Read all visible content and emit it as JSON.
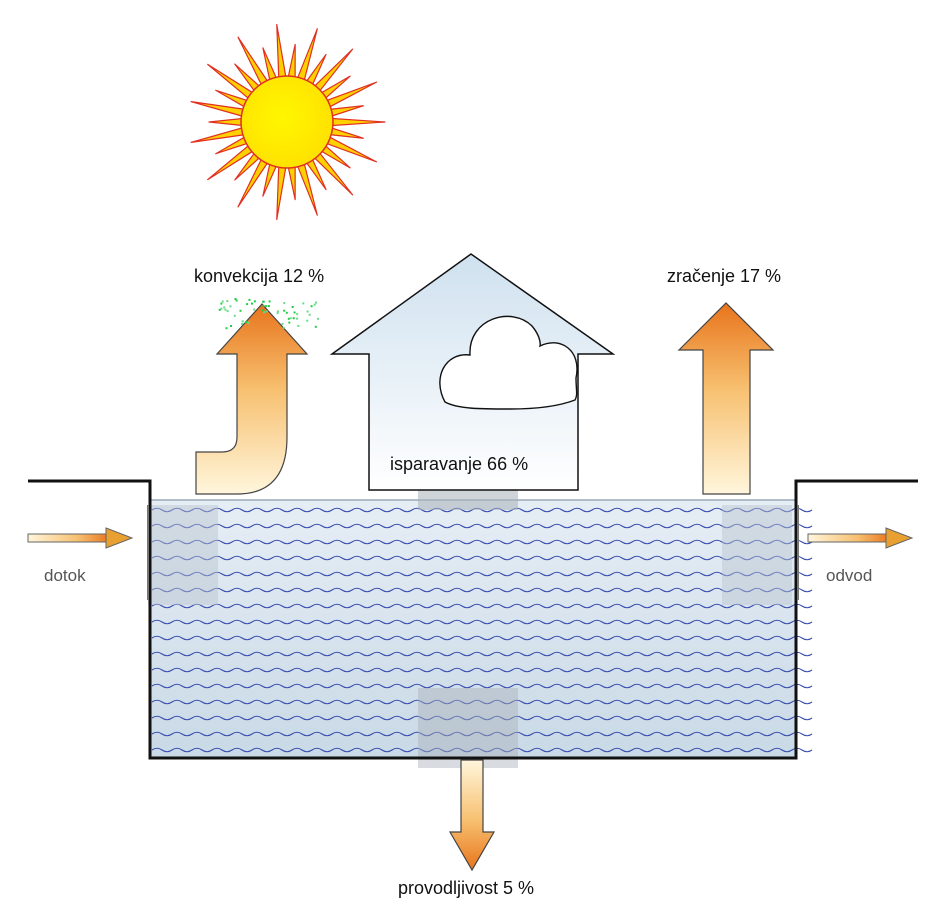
{
  "labels": {
    "convection": "konvekcija 12 %",
    "radiation": "zračenje 17 %",
    "evaporation": "isparavanje 66 %",
    "conduction": "provodljivost 5 %",
    "inflow": "dotok",
    "outflow": "odvod"
  },
  "colors": {
    "water_top": "#e6eef5",
    "water_bottom": "#c9d9e6",
    "wave": "#3a4fb0",
    "arrow_dark": "#e8741c",
    "arrow_light": "#fff6dc",
    "house_top": "#cfe1ef",
    "house_bottom": "#ffffff",
    "sun_core": "#ffee00",
    "sun_ray": "#e03020",
    "sun_ray_fill": "#ffd000"
  },
  "icons": {
    "sun": "sun-icon",
    "cloud": "cloud-icon"
  }
}
